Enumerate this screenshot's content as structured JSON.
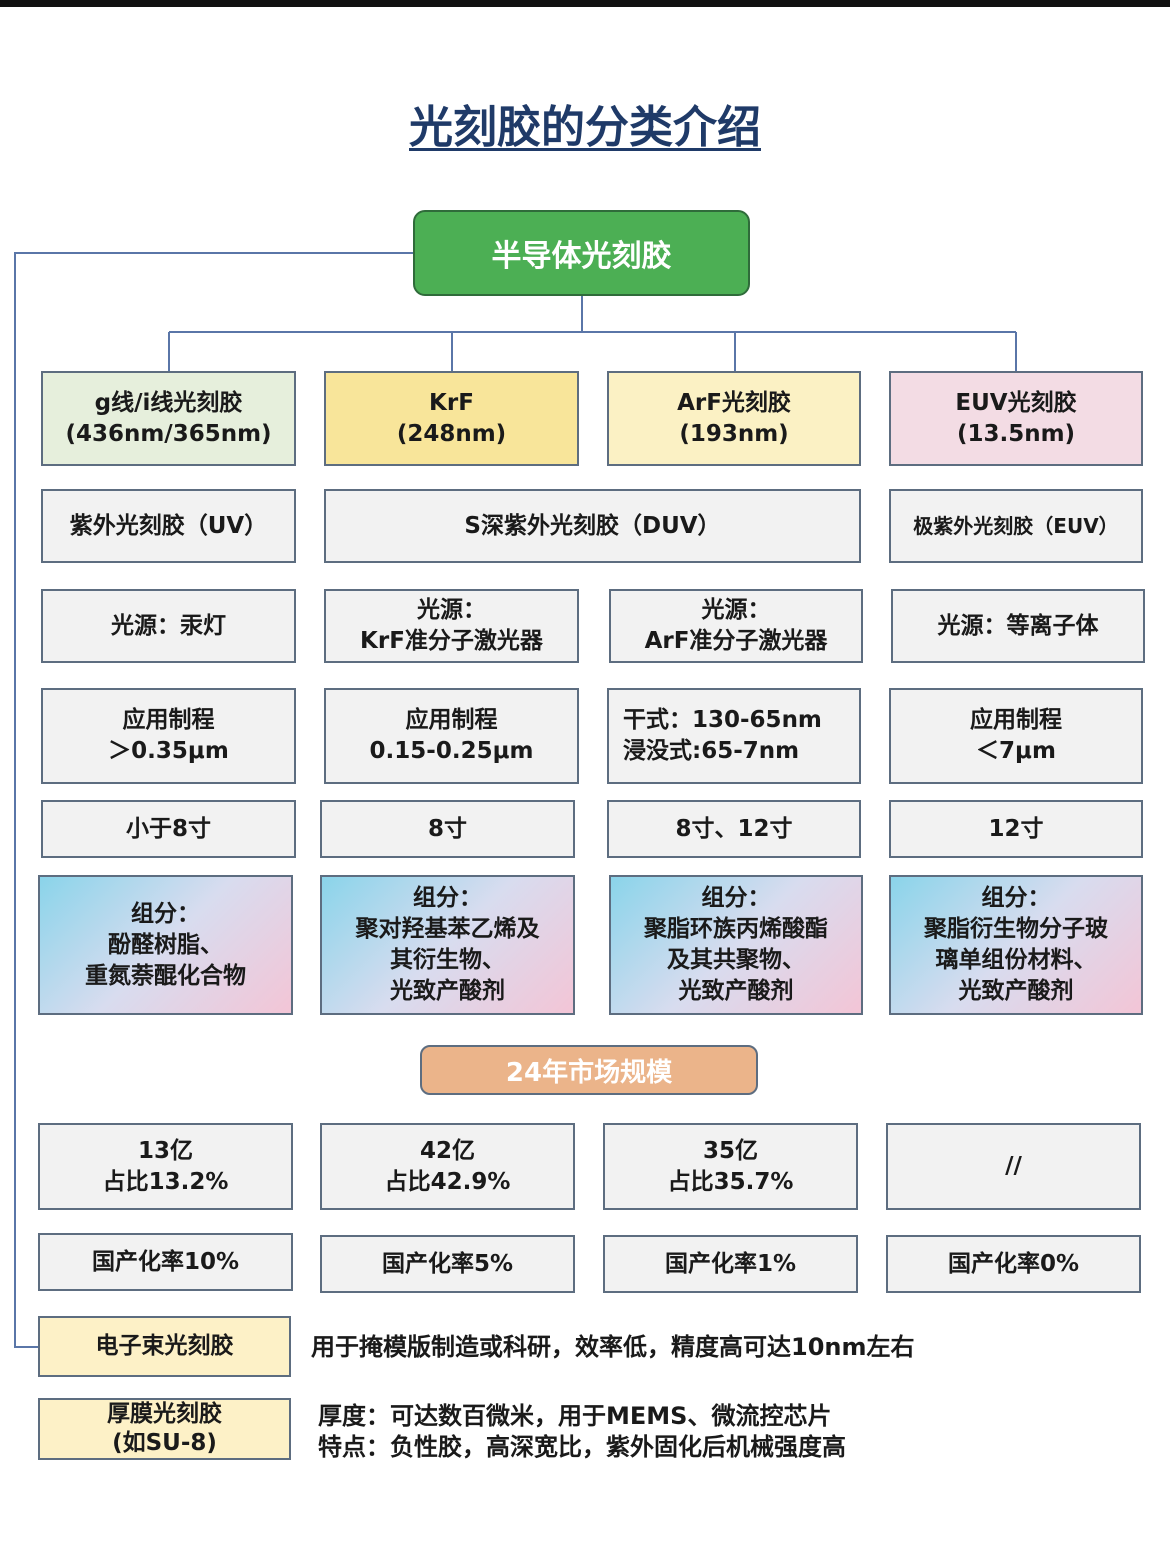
{
  "title": "光刻胶的分类介绍",
  "root": "半导体光刻胶",
  "colors": {
    "title": "#1f3a68",
    "root_fill": "#4caf54",
    "g_line_fill": "#e6efdc",
    "krf_fill": "#f8e59a",
    "arf_fill": "#fbf1c4",
    "euv_fill": "#f3dce4",
    "market_fill": "#ebb48a",
    "special_fill": "#fdf1c7",
    "connector": "#5a76a8"
  },
  "categories": [
    {
      "name": "g线/i线光刻胶",
      "wavelength": "(436nm/365nm)"
    },
    {
      "name": "KrF",
      "wavelength": "(248nm)"
    },
    {
      "name": "ArF光刻胶",
      "wavelength": "(193nm)"
    },
    {
      "name": "EUV光刻胶",
      "wavelength": "(13.5nm)"
    }
  ],
  "types": {
    "uv": "紫外光刻胶（UV）",
    "duv": "S深紫外光刻胶（DUV）",
    "euv": "极紫外光刻胶（EUV）"
  },
  "light_sources": [
    {
      "line1": "光源：汞灯"
    },
    {
      "line1": "光源：",
      "line2": "KrF准分子激光器"
    },
    {
      "line1": "光源：",
      "line2": "ArF准分子激光器"
    },
    {
      "line1": "光源：等离子体"
    }
  ],
  "processes": [
    {
      "line1": "应用制程",
      "line2": "＞0.35μm"
    },
    {
      "line1": "应用制程",
      "line2": "0.15-0.25μm"
    },
    {
      "line1": "干式：130-65nm",
      "line2": "浸没式:65-7nm"
    },
    {
      "line1": "应用制程",
      "line2": "＜7μm"
    }
  ],
  "wafer_sizes": [
    "小于8寸",
    "8寸",
    "8寸、12寸",
    "12寸"
  ],
  "components": [
    {
      "lines": [
        "组分：",
        "酚醛树脂、",
        "重氮萘醌化合物"
      ]
    },
    {
      "lines": [
        "组分：",
        "聚对羟基苯乙烯及",
        "其衍生物、",
        "光致产酸剂"
      ]
    },
    {
      "lines": [
        "组分：",
        "聚脂环族丙烯酸酯",
        "及其共聚物、",
        "光致产酸剂"
      ]
    },
    {
      "lines": [
        "组分：",
        "聚脂衍生物分子玻",
        "璃单组份材料、",
        "光致产酸剂"
      ]
    }
  ],
  "market_title": "24年市场规模",
  "market_sizes": [
    {
      "line1": "13亿",
      "line2": "占比13.2%"
    },
    {
      "line1": "42亿",
      "line2": "占比42.9%"
    },
    {
      "line1": "35亿",
      "line2": "占比35.7%"
    },
    {
      "line1": "//"
    }
  ],
  "localization": [
    "国产化率10%",
    "国产化率5%",
    "国产化率1%",
    "国产化率0%"
  ],
  "special": [
    {
      "name_line1": "电子束光刻胶",
      "desc": [
        "用于掩模版制造或科研，效率低，精度高可达10nm左右"
      ]
    },
    {
      "name_line1": "厚膜光刻胶",
      "name_line2": "(如SU-8)",
      "desc": [
        "厚度：可达数百微米，用于MEMS、微流控芯片",
        "特点：负性胶，高深宽比，紫外固化后机械强度高"
      ]
    }
  ]
}
